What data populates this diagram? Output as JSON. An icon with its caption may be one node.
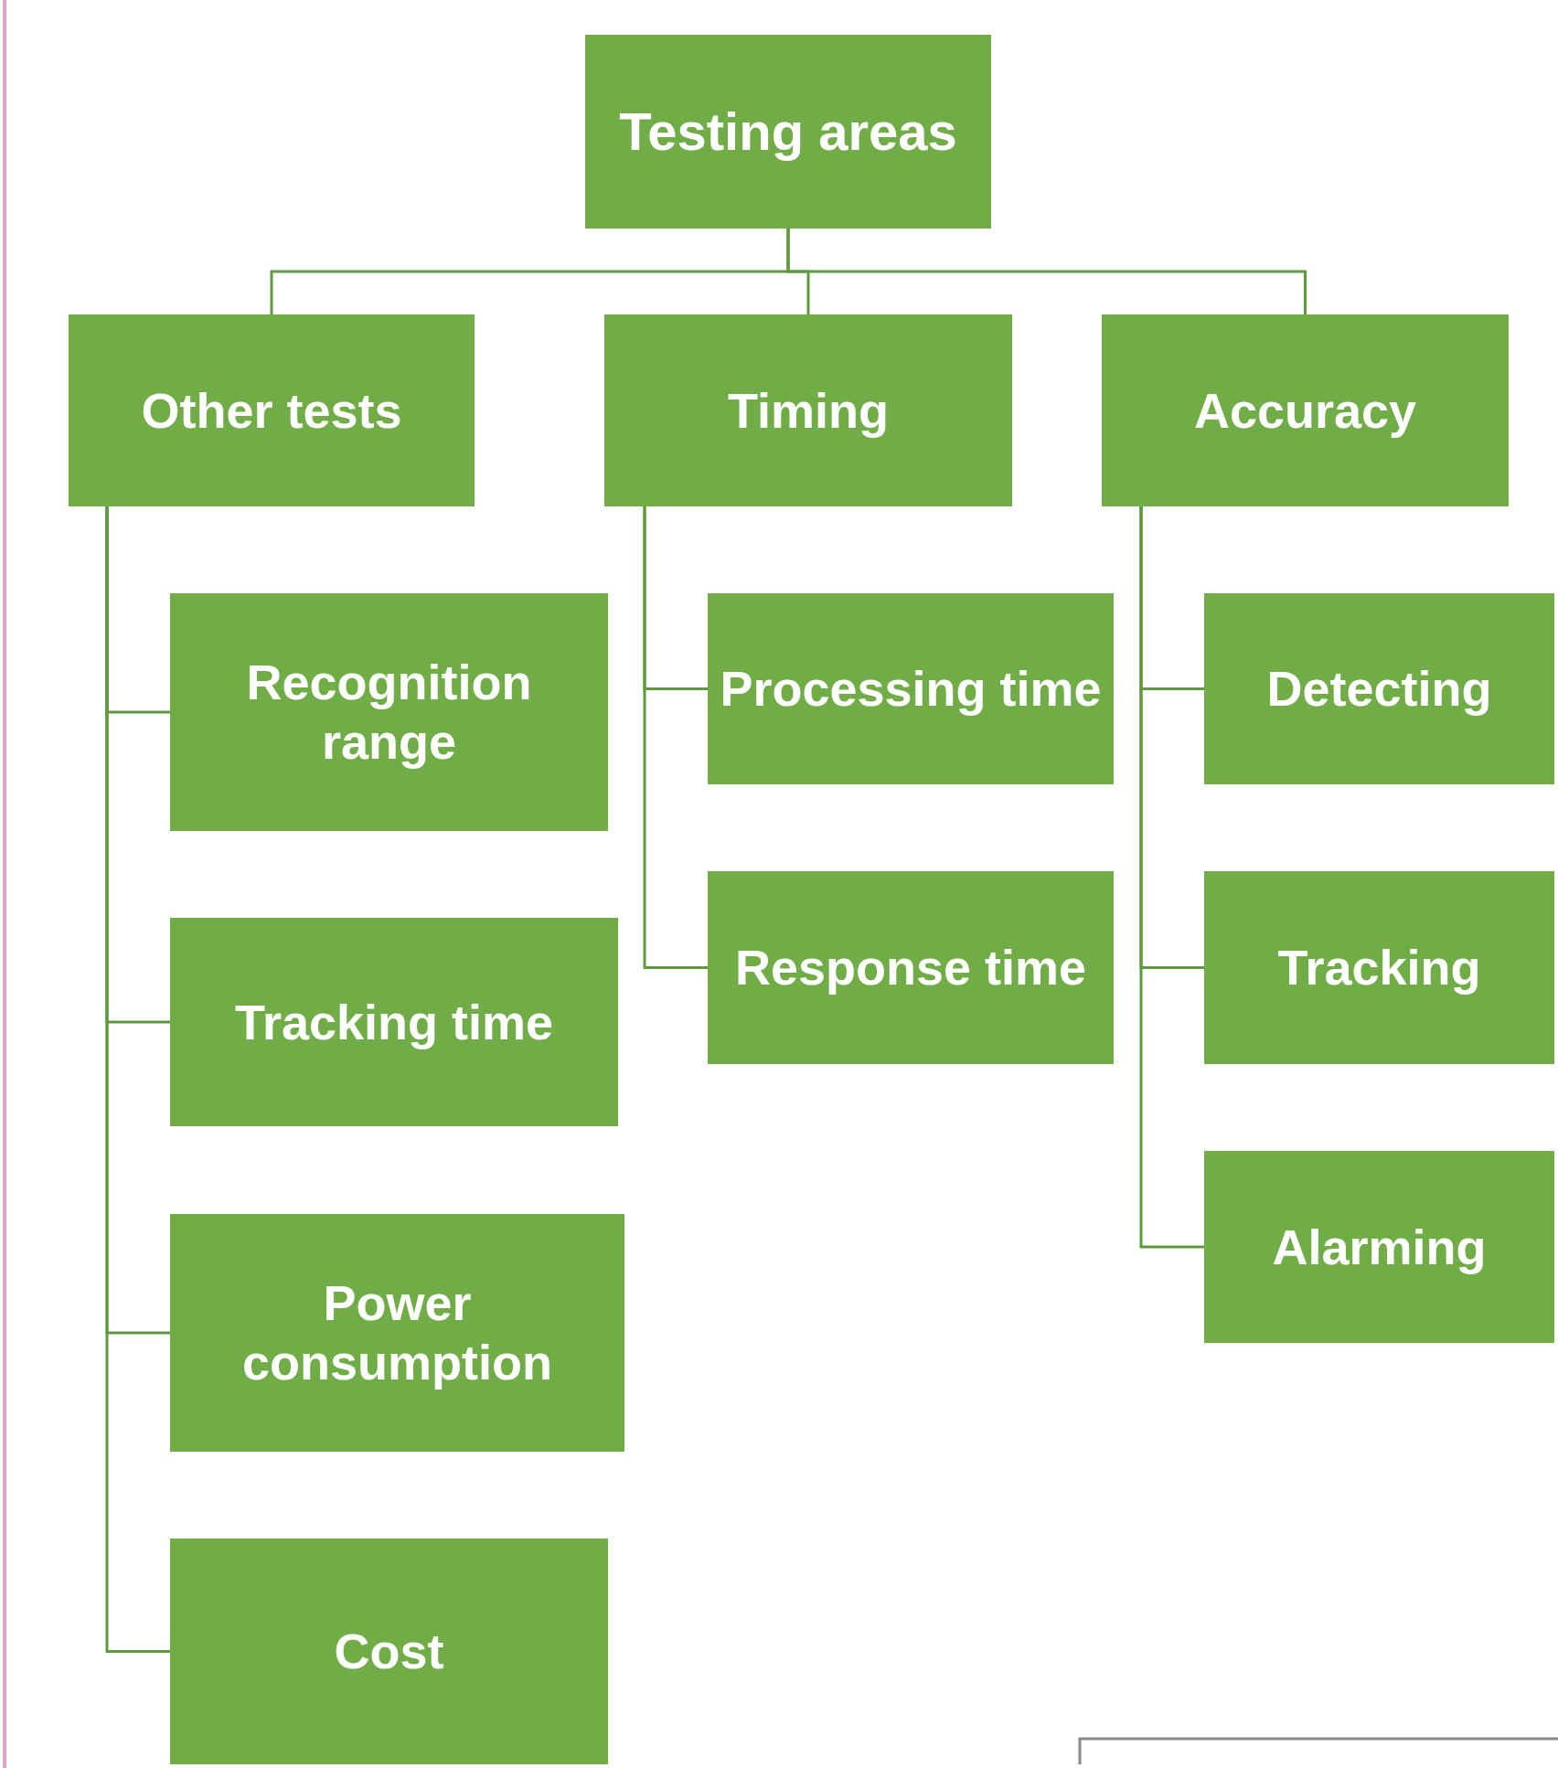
{
  "diagram": {
    "nodes": [
      {
        "text": [
          "Testing areas"
        ]
      },
      {
        "text": [
          "Other tests"
        ]
      },
      {
        "text": [
          "Timing"
        ]
      },
      {
        "text": [
          "Accuracy"
        ]
      },
      {
        "text": [
          "Recognition range"
        ]
      },
      {
        "text": [
          "Tracking time"
        ]
      },
      {
        "text": [
          "Power consumption"
        ]
      },
      {
        "text": [
          "Cost"
        ]
      },
      {
        "text": [
          "Processing time"
        ]
      },
      {
        "text": [
          "Response time"
        ]
      },
      {
        "text": [
          "Detecting"
        ]
      },
      {
        "text": [
          "Tracking"
        ]
      },
      {
        "text": [
          "Alarming"
        ]
      }
    ],
    "edges": [
      {
        "from": 0,
        "to": 1,
        "arrow": "none"
      },
      {
        "from": 0,
        "to": 2,
        "arrow": "none"
      },
      {
        "from": 0,
        "to": 3,
        "arrow": "none"
      },
      {
        "from": 1,
        "to": 4,
        "arrow": "none"
      },
      {
        "from": 1,
        "to": 5,
        "arrow": "none"
      },
      {
        "from": 1,
        "to": 6,
        "arrow": "none"
      },
      {
        "from": 1,
        "to": 7,
        "arrow": "none"
      },
      {
        "from": 2,
        "to": 8,
        "arrow": "none"
      },
      {
        "from": 2,
        "to": 9,
        "arrow": "none"
      },
      {
        "from": 3,
        "to": 10,
        "arrow": "none"
      },
      {
        "from": 3,
        "to": 11,
        "arrow": "none"
      },
      {
        "from": 3,
        "to": 12,
        "arrow": "none"
      }
    ]
  }
}
